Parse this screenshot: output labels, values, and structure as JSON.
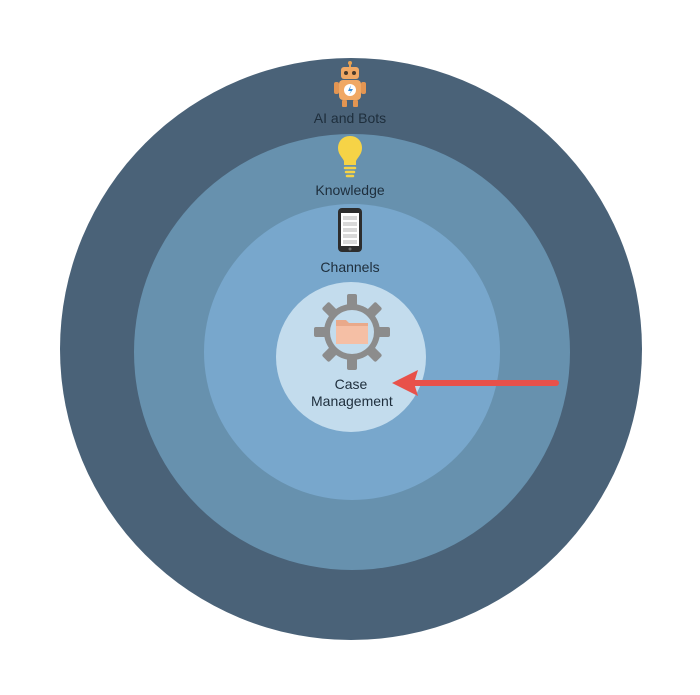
{
  "diagram": {
    "layers": [
      {
        "id": "ai-and-bots",
        "label": "AI and Bots",
        "icon": "robot-icon",
        "color": "#4a6278"
      },
      {
        "id": "knowledge",
        "label": "Knowledge",
        "icon": "lightbulb-icon",
        "color": "#6791ae"
      },
      {
        "id": "channels",
        "label": "Channels",
        "icon": "phone-icon",
        "color": "#78a7cc"
      },
      {
        "id": "case-management",
        "label": "Case Management",
        "icon": "gear-folder-icon",
        "color": "#c3dced"
      }
    ],
    "highlight": {
      "target": "case-management",
      "icon": "arrow-left-icon",
      "color": "#e8514a"
    }
  }
}
